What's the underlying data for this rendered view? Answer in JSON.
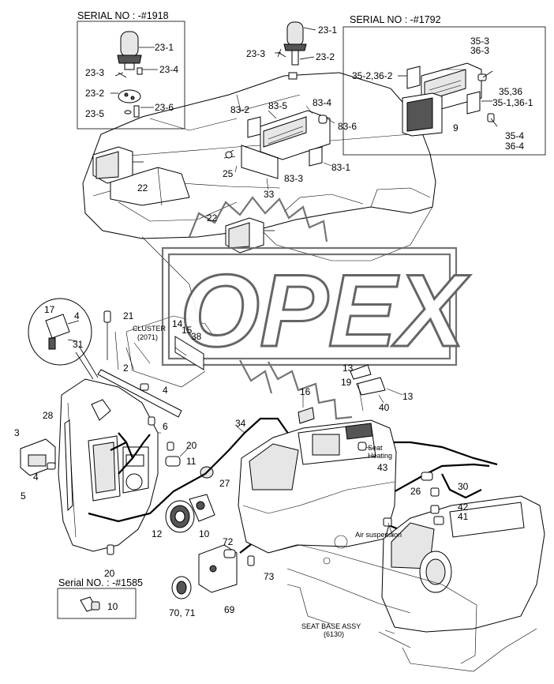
{
  "headers": {
    "serial_left": "SERIAL NO : -#1918",
    "serial_right": "SERIAL NO : -#1792",
    "serial_bottom": "Serial NO. : -#1585"
  },
  "watermark": "OPEX",
  "labels": {
    "l23_1a": "23-1",
    "l23_3a": "23-3",
    "l23_4": "23-4",
    "l23_2a": "23-2",
    "l23_5": "23-5",
    "l23_6": "23-6",
    "l23_1b": "23-1",
    "l23_3b": "23-3",
    "l23_2b": "23-2",
    "l83_2": "83-2",
    "l83_5": "83-5",
    "l83_4": "83-4",
    "l83_6": "83-6",
    "l83_1": "83-1",
    "l83_3": "83-3",
    "l25": "25",
    "l33": "33",
    "l22a": "22",
    "l22b": "22",
    "l35_3": "35-3",
    "l36_3": "36-3",
    "l35_2_36_2": "35-2,36-2",
    "l35_36": "35,36",
    "l35_1_36_1": "35-1,36-1",
    "l9": "9",
    "l35_4": "35-4",
    "l36_4": "36-4",
    "l17": "17",
    "l4a": "4",
    "l31": "31",
    "l21": "21",
    "cluster_name": "CLUSTER",
    "cluster_code": "(2071)",
    "l14": "14",
    "l15": "15",
    "l38": "38",
    "l2": "2",
    "l4b": "4",
    "l28": "28",
    "l3": "3",
    "l4c": "4",
    "l5": "5",
    "l6": "6",
    "l20a": "20",
    "l11": "11",
    "l27": "27",
    "l34": "34",
    "l12": "12",
    "l10a": "10",
    "l20b": "20",
    "l13a": "13",
    "l19": "19",
    "l16": "16",
    "l13b": "13",
    "l40": "40",
    "seat_heating_1": "Seat",
    "seat_heating_2": "Heating",
    "l43": "43",
    "l26": "26",
    "l30": "30",
    "l42": "42",
    "l41": "41",
    "air_suspension": "Air suspension",
    "l72": "72",
    "l73": "73",
    "l70_71": "70, 71",
    "l69": "69",
    "l10b": "10",
    "seat_base_1": "SEAT BASE ASSY",
    "seat_base_2": "(6130)"
  }
}
